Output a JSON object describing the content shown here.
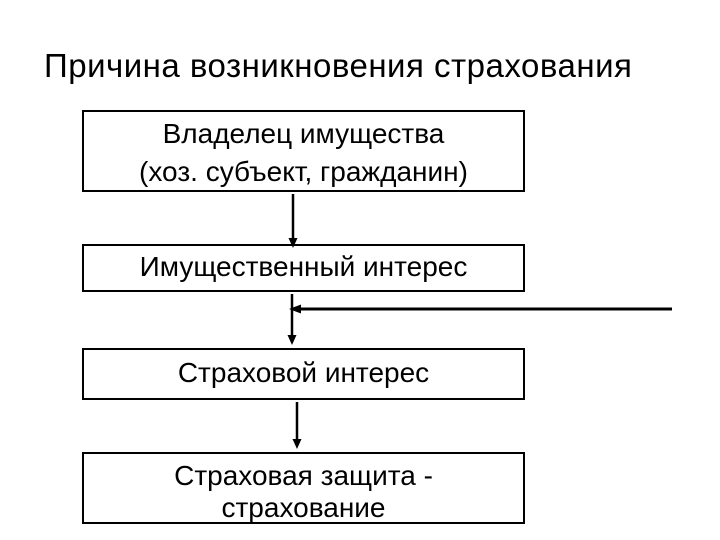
{
  "slide": {
    "title": "Причина возникновения страхования",
    "colors": {
      "background": "#ffffff",
      "text": "#000000",
      "box_border": "#000000",
      "arrow": "#000000"
    }
  },
  "flowchart": {
    "boxes": [
      {
        "line1": "Владелец имущества",
        "line2": "(хоз. субъект, гражданин)"
      },
      {
        "line1": "Имущественный интерес"
      },
      {
        "line1": "Страховой интерес"
      },
      {
        "line1": "Страховая защита -",
        "line2": "страхование"
      }
    ],
    "connectors": [
      {
        "from": "Владелец имущества",
        "to": "Имущественный интерес",
        "direction": "down"
      },
      {
        "from": "Имущественный интерес",
        "to": "Страховой интерес",
        "direction": "down"
      },
      {
        "from": "right-edge",
        "to": "connector-line",
        "direction": "left"
      },
      {
        "from": "Страховой интерес",
        "to": "Страховая защита - страхование",
        "direction": "down"
      }
    ]
  }
}
